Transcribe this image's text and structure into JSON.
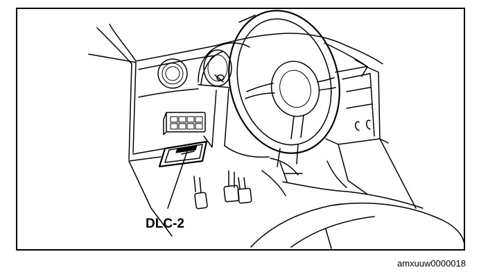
{
  "figure": {
    "callout_label": "DLC-2",
    "figure_id": "amxuuw0000018"
  },
  "parts": {
    "steering_wheel": "steering-wheel",
    "instrument_cluster": "instrument-cluster",
    "switch_panel": "switch-panel",
    "dlc2_connector": "dlc-2-connector",
    "pedals": "pedals",
    "center_vents": "center-vents",
    "driver_seat": "driver-seat"
  }
}
